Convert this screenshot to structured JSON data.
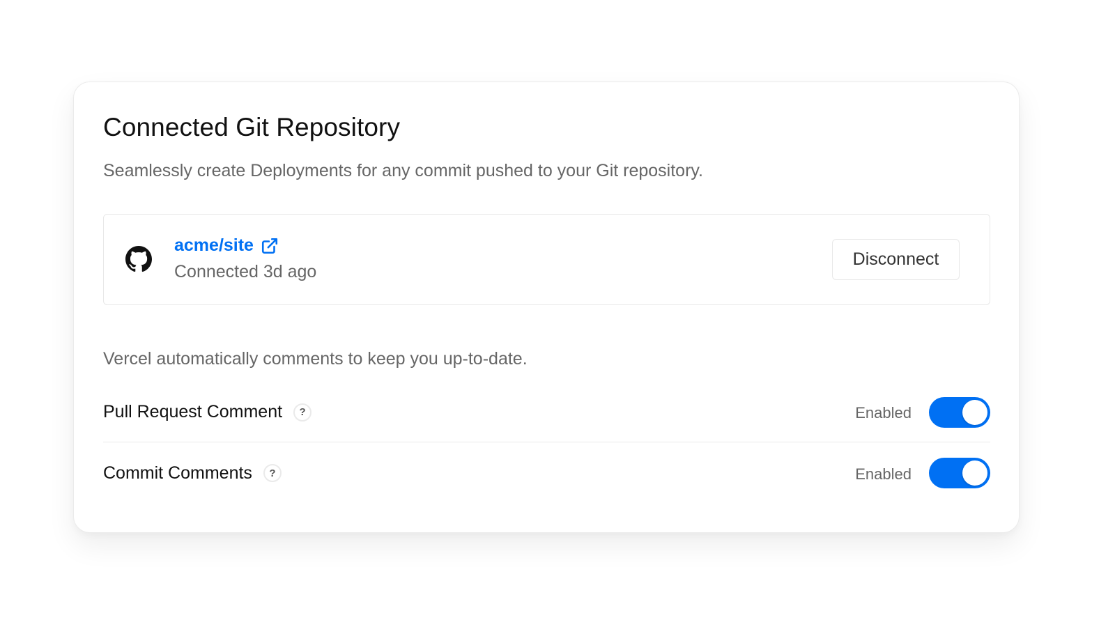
{
  "card": {
    "title": "Connected Git Repository",
    "subtitle": "Seamlessly create Deployments for any commit pushed to your Git repository."
  },
  "repository": {
    "provider_icon": "github-icon",
    "name": "acme/site",
    "link_icon": "external-link-icon",
    "status": "Connected 3d ago",
    "disconnect_label": "Disconnect"
  },
  "comments": {
    "description": "Vercel automatically comments to keep you up-to-date.",
    "settings": [
      {
        "label": "Pull Request Comment",
        "help_icon": "?",
        "status": "Enabled",
        "enabled": true
      },
      {
        "label": "Commit Comments",
        "help_icon": "?",
        "status": "Enabled",
        "enabled": true
      }
    ]
  },
  "colors": {
    "accent": "#0070f3",
    "text_primary": "#111111",
    "text_secondary": "#666666",
    "border": "#eaeaea"
  }
}
